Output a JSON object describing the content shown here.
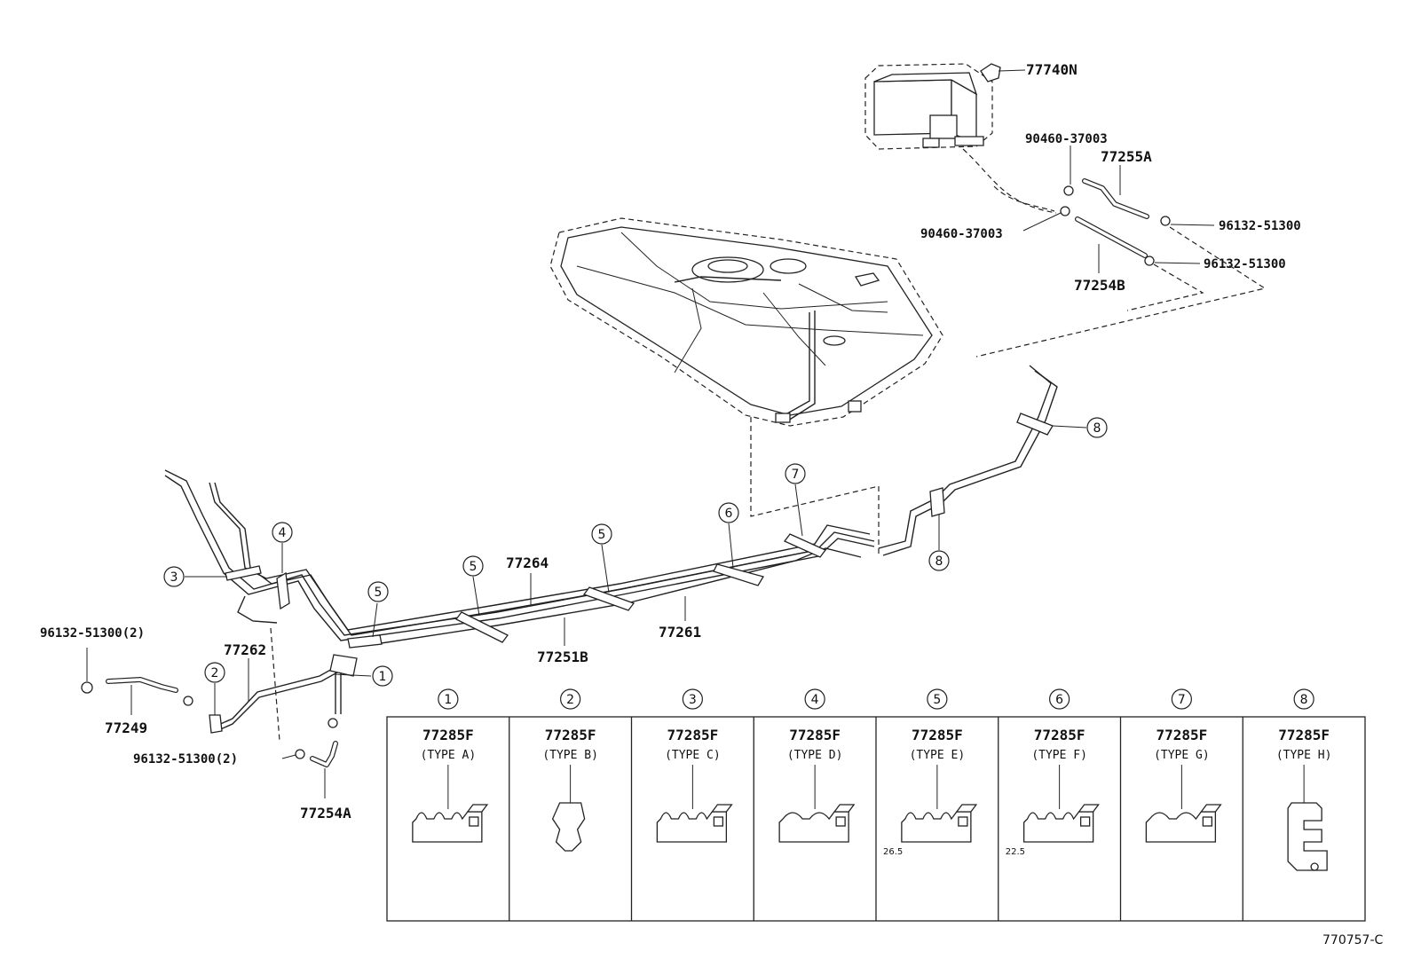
{
  "parts": {
    "p77740N": "77740N",
    "p90460a": "90460-37003",
    "p77255A": "77255A",
    "p90460b": "90460-37003",
    "p96132a": "96132-51300",
    "p96132b": "96132-51300",
    "p77254B": "77254B",
    "p77264": "77264",
    "p77261": "77261",
    "p77251B": "77251B",
    "p77262": "77262",
    "p96132c": "96132-51300(2)",
    "p77249": "77249",
    "p96132d": "96132-51300(2)",
    "p77254A": "77254A"
  },
  "callouts": {
    "c1": "1",
    "c2": "2",
    "c3": "3",
    "c4": "4",
    "c5a": "5",
    "c5b": "5",
    "c5c": "5",
    "c6": "6",
    "c7": "7",
    "c8a": "8",
    "c8b": "8"
  },
  "clamp_table": [
    {
      "num": "1",
      "part": "77285F",
      "type": "(TYPE A)"
    },
    {
      "num": "2",
      "part": "77285F",
      "type": "(TYPE B)"
    },
    {
      "num": "3",
      "part": "77285F",
      "type": "(TYPE C)"
    },
    {
      "num": "4",
      "part": "77285F",
      "type": "(TYPE D)"
    },
    {
      "num": "5",
      "part": "77285F",
      "type": "(TYPE E)",
      "dim": "26.5"
    },
    {
      "num": "6",
      "part": "77285F",
      "type": "(TYPE F)",
      "dim": "22.5"
    },
    {
      "num": "7",
      "part": "77285F",
      "type": "(TYPE G)"
    },
    {
      "num": "8",
      "part": "77285F",
      "type": "(TYPE H)"
    }
  ],
  "reference": "770757-C"
}
